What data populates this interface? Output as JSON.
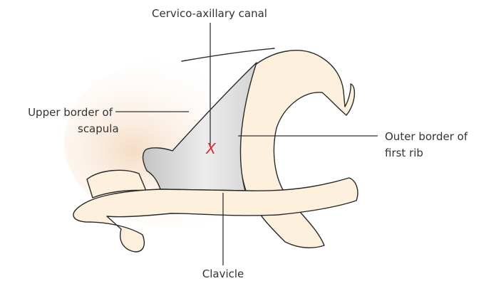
{
  "labels": {
    "canal": "Cervico-axillary canal",
    "scapula_line1": "Upper border of",
    "scapula_line2": "scapula",
    "rib_line1": "Outer border of",
    "rib_line2": "first rib",
    "clavicle": "Clavicle"
  },
  "marker": "X",
  "colors": {
    "bone_fill": "#fdf0dc",
    "canal_fill": "#d9d9d9",
    "marker": "#e0282e",
    "outline": "#2a2a2a"
  }
}
